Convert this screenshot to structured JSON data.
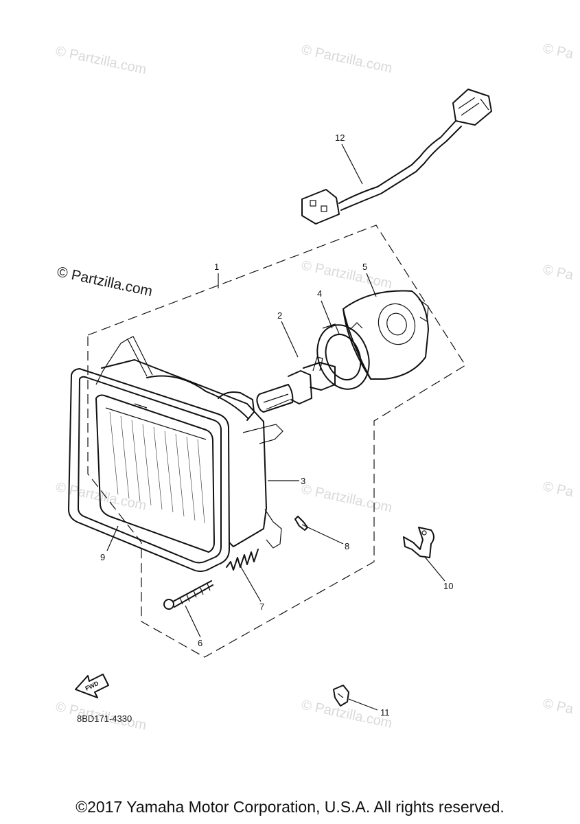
{
  "watermark": {
    "text": "© Partzilla.com",
    "corner_fragment": "© Pa"
  },
  "callouts": [
    "1",
    "2",
    "3",
    "4",
    "5",
    "6",
    "7",
    "8",
    "9",
    "10",
    "11",
    "12"
  ],
  "diagram_code": "8BD171-4330",
  "fwd_label": "FWD",
  "copyright": "©2017 Yamaha Motor Corporation, U.S.A. All rights reserved."
}
